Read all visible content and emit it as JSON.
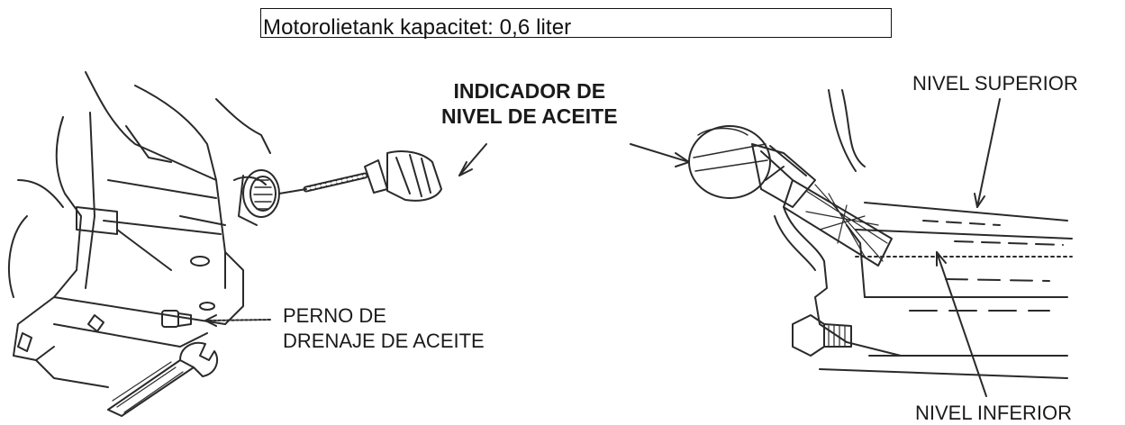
{
  "caption": "Motorolietank kapacitet: 0,6 liter",
  "labels": {
    "dipstick_line1": "INDICADOR DE",
    "dipstick_line2": "NIVEL DE ACEITE",
    "upper_level": "NIVEL SUPERIOR",
    "lower_level": "NIVEL INFERIOR",
    "drain_line1": "PERNO DE",
    "drain_line2": "DRENAJE DE ACEITE"
  },
  "colors": {
    "line": "#2a2a2a",
    "background": "#ffffff"
  }
}
